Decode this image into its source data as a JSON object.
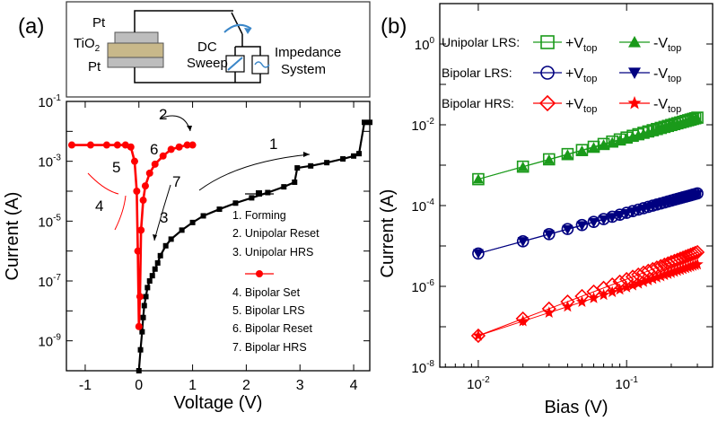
{
  "panel_a": {
    "label": "(a)",
    "inset": {
      "electrode_top": "Pt",
      "oxide": "TiO",
      "oxide_sub": "2",
      "electrode_bottom": "Pt",
      "dc_line1": "DC",
      "dc_line2": "Sweep",
      "imp_line1": "Impedance",
      "imp_line2": "System"
    },
    "legend": [
      "1. Forming",
      "2. Unipolar Reset",
      "3. Unipolar HRS",
      "4. Bipolar Set",
      "5. Bipolar LRS",
      "6. Bipolar Reset",
      "7. Bipolar HRS"
    ],
    "curve_numbers": [
      "1",
      "2",
      "3",
      "4",
      "5",
      "6",
      "7"
    ]
  },
  "panel_b": {
    "label": "(b)",
    "legend": [
      {
        "prefix": "Unipolar LRS:",
        "pos": "+V",
        "neg": "-V",
        "sub": "top"
      },
      {
        "prefix": "Bipolar LRS:",
        "pos": "+V",
        "neg": "-V",
        "sub": "top"
      },
      {
        "prefix": "Bipolar HRS:",
        "pos": "+V",
        "neg": "-V",
        "sub": "top"
      }
    ]
  },
  "colors": {
    "black": "#000000",
    "red": "#ff0000",
    "green": "#1a9a1a",
    "navy": "#000080",
    "inset_blue": "#3a86c8"
  },
  "chart_data": [
    {
      "type": "line",
      "id": "a",
      "xlabel": "Voltage (V)",
      "ylabel": "Current (A)",
      "xlim": [
        -1.35,
        4.3
      ],
      "ylim": [
        1e-10,
        0.1
      ],
      "yscale": "log",
      "xticks": [
        -1,
        0,
        1,
        2,
        3,
        4
      ],
      "xtick_labels": [
        "-1",
        "0",
        "1",
        "2",
        "3",
        "4"
      ],
      "yticks": [
        1e-09,
        1e-07,
        1e-05,
        0.001,
        0.1
      ],
      "ytick_labels": [
        {
          "base": "10",
          "exp": "-9"
        },
        {
          "base": "10",
          "exp": "-7"
        },
        {
          "base": "10",
          "exp": "-5"
        },
        {
          "base": "10",
          "exp": "-3"
        },
        {
          "base": "10",
          "exp": "-1"
        }
      ],
      "series": [
        {
          "name": "Unipolar (forming / reset / HRS)",
          "color": "#000000",
          "marker": "square",
          "x": [
            0.0,
            0.03,
            0.06,
            0.08,
            0.1,
            0.13,
            0.16,
            0.2,
            0.25,
            0.3,
            0.35,
            0.4,
            0.5,
            0.6,
            0.8,
            1.0,
            1.2,
            1.5,
            1.8,
            2.1,
            2.4,
            2.7,
            2.9,
            2.95,
            3.2,
            3.5,
            3.8,
            4.0,
            4.1,
            4.2,
            4.3
          ],
          "y": [
            1e-10,
            5e-10,
            2e-09,
            6e-09,
            1.5e-08,
            3e-08,
            6e-08,
            1e-07,
            1.5e-07,
            2.5e-07,
            4e-07,
            7e-07,
            1.5e-06,
            2.5e-06,
            5e-06,
            9e-06,
            1.5e-05,
            2.5e-05,
            4e-05,
            6e-05,
            9e-05,
            0.00014,
            0.0002,
            0.0006,
            0.0007,
            0.0009,
            0.0012,
            0.0015,
            0.0018,
            0.02,
            0.02
          ]
        },
        {
          "name": "Bipolar",
          "color": "#ff0000",
          "marker": "circle",
          "x": [
            -1.25,
            -0.9,
            -0.6,
            -0.4,
            -0.25,
            -0.15,
            -0.08,
            -0.04,
            -0.02,
            0.0,
            0.02,
            0.04,
            0.08,
            0.12,
            0.2,
            0.3,
            0.45,
            0.6,
            0.75,
            0.9,
            1.0
          ],
          "y": [
            0.0035,
            0.0035,
            0.0035,
            0.0035,
            0.0035,
            0.003,
            0.001,
            0.0001,
            1e-06,
            3e-09,
            3e-08,
            5e-06,
            5e-05,
            0.00015,
            0.0004,
            0.0008,
            0.0015,
            0.0025,
            0.003,
            0.0035,
            0.0035
          ]
        }
      ]
    },
    {
      "type": "scatter",
      "id": "b",
      "xlabel": "Bias (V)",
      "ylabel": "Current (A)",
      "xscale": "log",
      "yscale": "log",
      "xlim": [
        0.0055,
        0.38
      ],
      "ylim": [
        1e-08,
        10
      ],
      "xticks": [
        0.01,
        0.1
      ],
      "xtick_labels": [
        {
          "base": "10",
          "exp": "-2"
        },
        {
          "base": "10",
          "exp": "-1"
        }
      ],
      "yticks": [
        1e-08,
        1e-06,
        0.0001,
        0.01,
        1
      ],
      "ytick_labels": [
        {
          "base": "10",
          "exp": "-8"
        },
        {
          "base": "10",
          "exp": "-6"
        },
        {
          "base": "10",
          "exp": "-4"
        },
        {
          "base": "10",
          "exp": "-2"
        },
        {
          "base": "10",
          "exp": "0"
        }
      ],
      "x": [
        0.01,
        0.02,
        0.03,
        0.04,
        0.05,
        0.06,
        0.07,
        0.08,
        0.09,
        0.1,
        0.11,
        0.12,
        0.13,
        0.14,
        0.15,
        0.16,
        0.17,
        0.18,
        0.19,
        0.2,
        0.21,
        0.22,
        0.23,
        0.24,
        0.25,
        0.26,
        0.27,
        0.28,
        0.29,
        0.3
      ],
      "series": [
        {
          "name": "Unipolar LRS +Vtop",
          "color": "#1a9a1a",
          "marker": "open-square",
          "y_start": 0.00045,
          "y_end": 0.015
        },
        {
          "name": "Unipolar LRS -Vtop",
          "color": "#1a9a1a",
          "marker": "filled-triangle-up",
          "y_start": 0.00045,
          "y_end": 0.014
        },
        {
          "name": "Bipolar LRS +Vtop",
          "color": "#000080",
          "marker": "open-circle",
          "y_start": 6.5e-06,
          "y_end": 0.0002
        },
        {
          "name": "Bipolar LRS -Vtop",
          "color": "#000080",
          "marker": "filled-triangle-down",
          "y_start": 6.5e-06,
          "y_end": 0.00019
        },
        {
          "name": "Bipolar HRS +Vtop",
          "color": "#ff0000",
          "marker": "open-diamond",
          "y_start": 6e-08,
          "y_end": 7e-06
        },
        {
          "name": "Bipolar HRS -Vtop",
          "color": "#ff0000",
          "marker": "filled-star",
          "y_start": 6e-08,
          "y_end": 3.5e-06
        }
      ]
    }
  ]
}
